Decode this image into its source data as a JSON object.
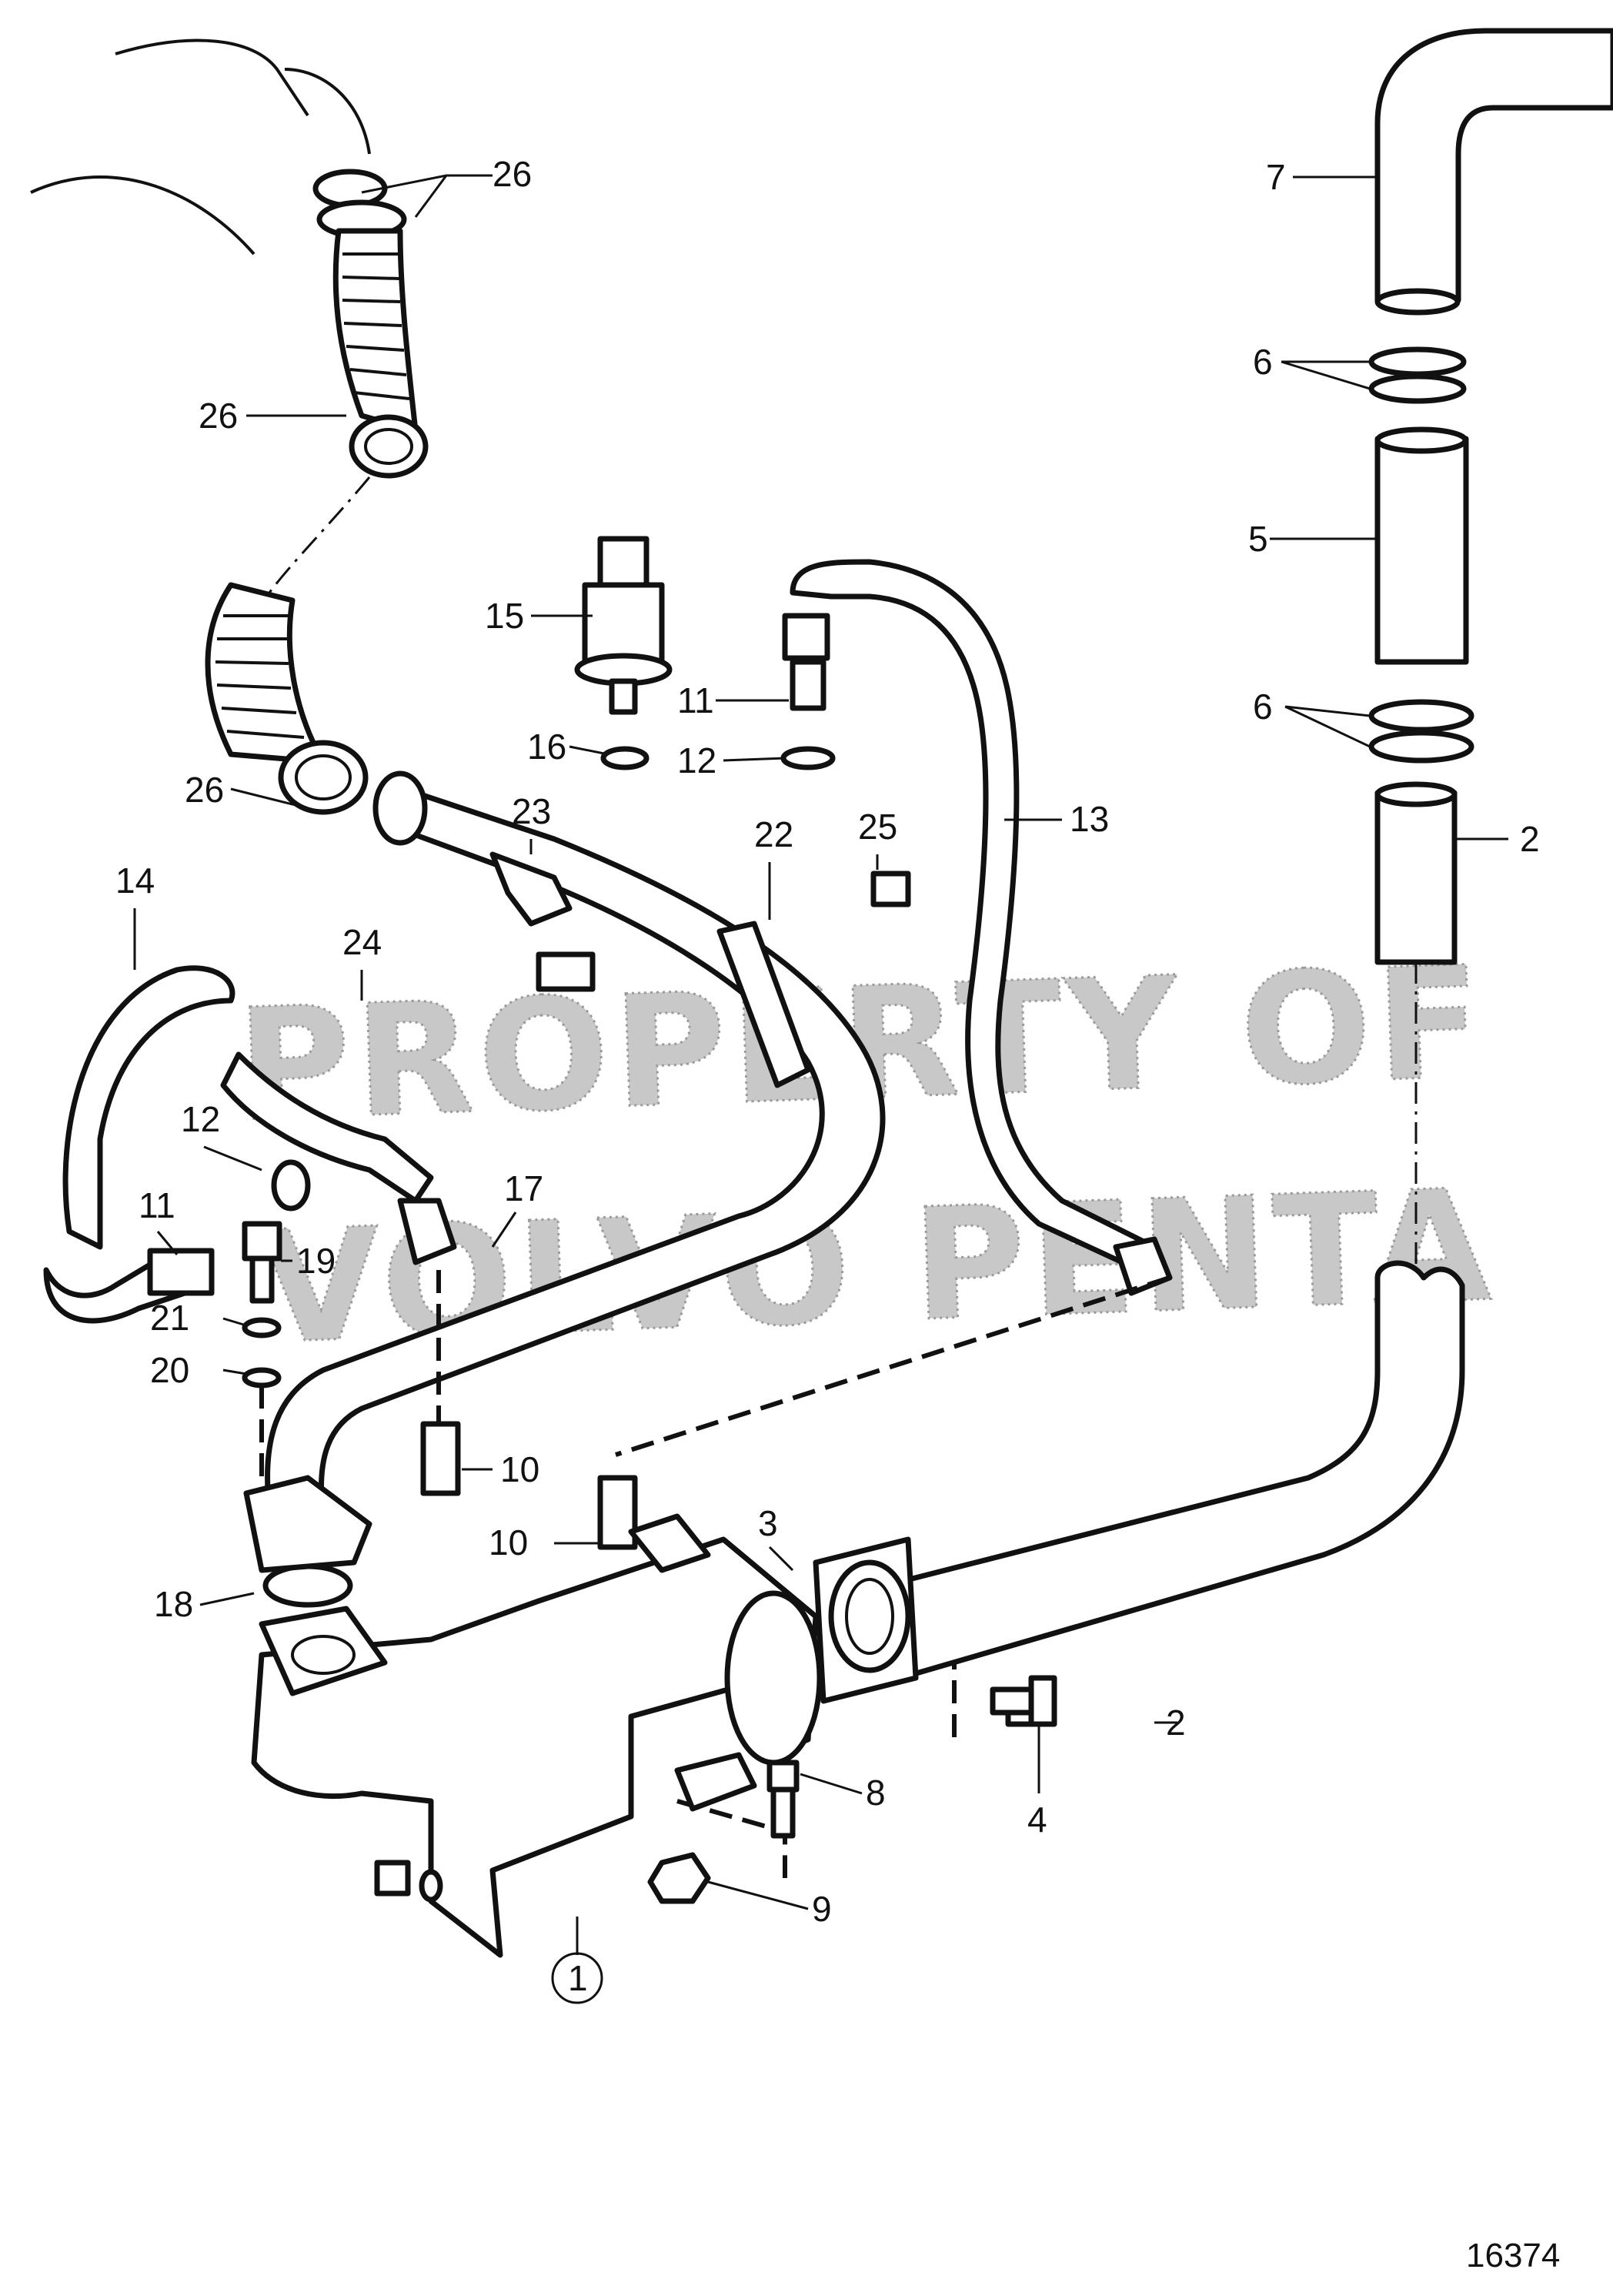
{
  "watermark": {
    "line1": "PROPERTY OF",
    "line2": "VOLVO PENTA"
  },
  "figure_number": "16374",
  "callouts": [
    {
      "id": "c26a",
      "label": "26"
    },
    {
      "id": "c26b",
      "label": "26"
    },
    {
      "id": "c26c",
      "label": "26"
    },
    {
      "id": "c7",
      "label": "7"
    },
    {
      "id": "c6a",
      "label": "6"
    },
    {
      "id": "c5",
      "label": "5"
    },
    {
      "id": "c6b",
      "label": "6"
    },
    {
      "id": "c2a",
      "label": "2"
    },
    {
      "id": "c15",
      "label": "15"
    },
    {
      "id": "c11a",
      "label": "11"
    },
    {
      "id": "c16",
      "label": "16"
    },
    {
      "id": "c12a",
      "label": "12"
    },
    {
      "id": "c13",
      "label": "13"
    },
    {
      "id": "c23",
      "label": "23"
    },
    {
      "id": "c22",
      "label": "22"
    },
    {
      "id": "c25",
      "label": "25"
    },
    {
      "id": "c14",
      "label": "14"
    },
    {
      "id": "c24",
      "label": "24"
    },
    {
      "id": "c12b",
      "label": "12"
    },
    {
      "id": "c17",
      "label": "17"
    },
    {
      "id": "c11b",
      "label": "11"
    },
    {
      "id": "c19",
      "label": "19"
    },
    {
      "id": "c21",
      "label": "21"
    },
    {
      "id": "c20",
      "label": "20"
    },
    {
      "id": "c10a",
      "label": "10"
    },
    {
      "id": "c10b",
      "label": "10"
    },
    {
      "id": "c3",
      "label": "3"
    },
    {
      "id": "c18",
      "label": "18"
    },
    {
      "id": "c2b",
      "label": "2"
    },
    {
      "id": "c4",
      "label": "4"
    },
    {
      "id": "c8",
      "label": "8"
    },
    {
      "id": "c9",
      "label": "9"
    },
    {
      "id": "c1",
      "label": "1"
    }
  ]
}
